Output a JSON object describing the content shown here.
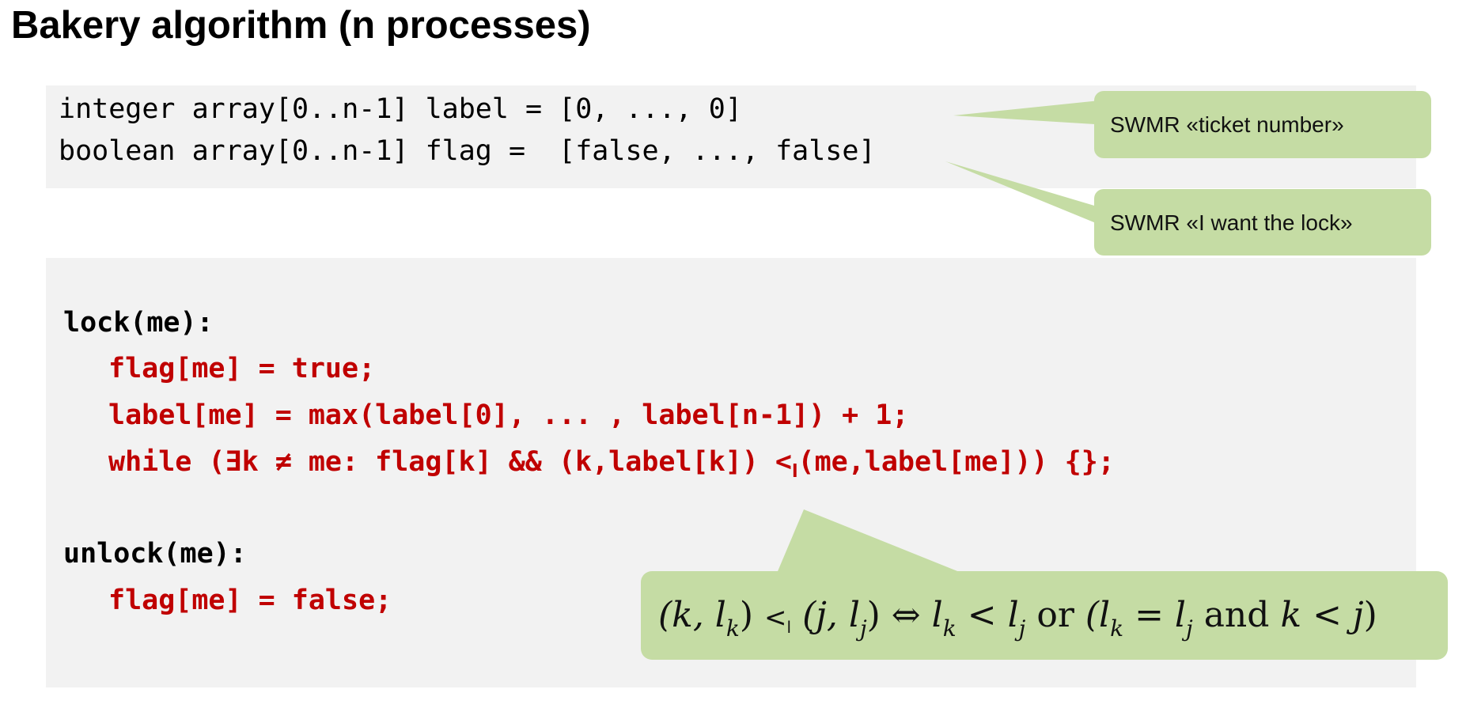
{
  "slide": {
    "title": "Bakery algorithm (n processes)"
  },
  "declarations": {
    "line1": "integer array[0..n-1] label = [0, ..., 0]",
    "line2": "boolean array[0..n-1] flag =  [false, ..., false]"
  },
  "code": {
    "lock_header": "lock(me):",
    "lock_line1": "flag[me] = true;",
    "lock_line2": "label[me] = max(label[0], ... , label[n-1]) + 1;",
    "lock_line3_a": "while (∃k ≠ me: flag[k] && (k,label[k]) <",
    "lock_line3_sub": "l",
    "lock_line3_b": "(me,label[me])) {};",
    "unlock_header": "unlock(me):",
    "unlock_line1": "flag[me] = false;"
  },
  "callouts": {
    "label_note": "SWMR «ticket number»",
    "flag_note": "SWMR «I want the lock»",
    "formula": {
      "lhs_open": "(k, l",
      "lhs_sub": "k",
      "lhs_close": ")",
      "rel": "<",
      "rel_sub": "l",
      "rhs_open": "(j, l",
      "rhs_sub": "j",
      "rhs_close": ")",
      "iff": "⇔",
      "cond1_a": "l",
      "cond1_a_sub": "k",
      "cond1_op": " < ",
      "cond1_b": "l",
      "cond1_b_sub": "j",
      "or_word": "or",
      "cond2_open": "(l",
      "cond2_a_sub": "k",
      "cond2_eq": " = ",
      "cond2_b": "l",
      "cond2_b_sub": "j",
      "and_word": "and",
      "cond2_c": "k < j",
      "cond2_close": ")"
    }
  },
  "colors": {
    "panel_bg": "#f2f2f2",
    "code_red": "#c00000",
    "callout_green": "#c5dca4"
  }
}
